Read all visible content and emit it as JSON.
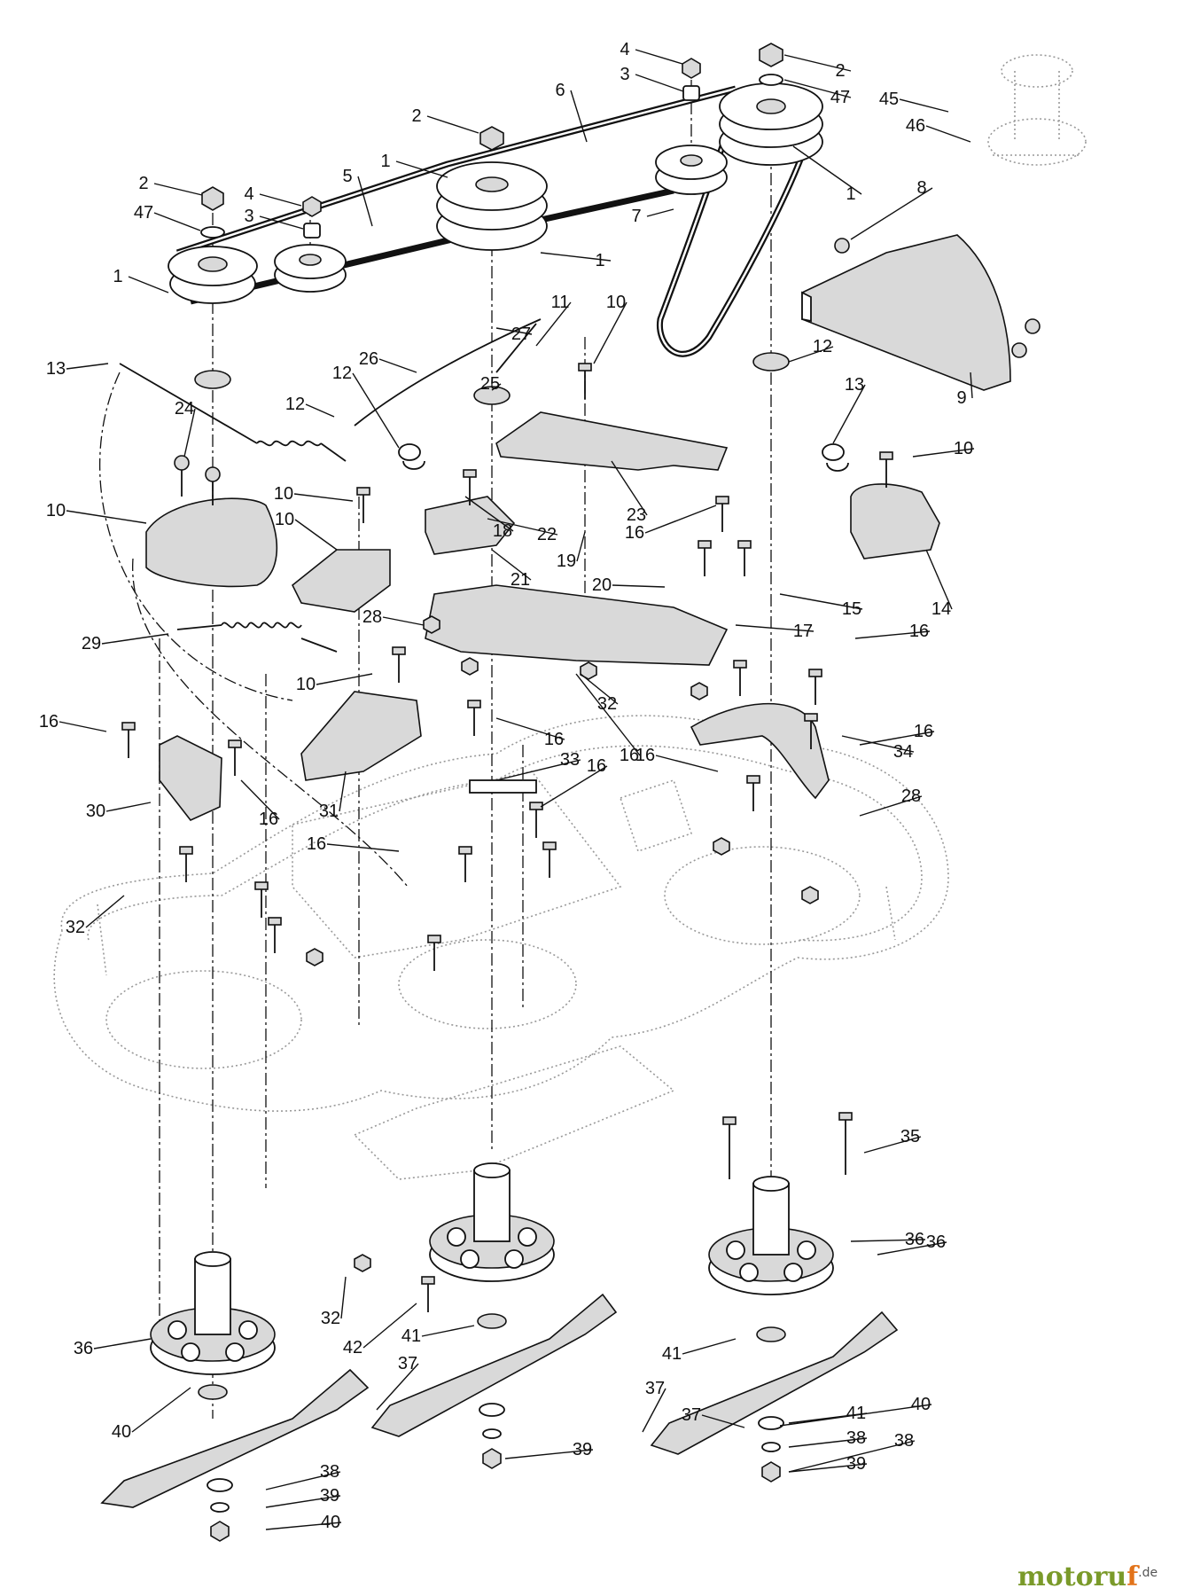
{
  "watermark": {
    "brand": "motoru",
    "accent_letter": "f",
    "suffix": ".de",
    "brand_color": "#7a9a2a",
    "accent_color": "#e2731a"
  },
  "callouts": [
    "4",
    "3",
    "2",
    "47",
    "2",
    "6",
    "45",
    "46",
    "1",
    "1",
    "2",
    "47",
    "4",
    "3",
    "5",
    "1",
    "7",
    "8",
    "1",
    "27",
    "11",
    "10",
    "12",
    "26",
    "12",
    "25",
    "13",
    "12",
    "13",
    "24",
    "9",
    "10",
    "10",
    "18",
    "23",
    "10",
    "22",
    "10",
    "16",
    "21",
    "19",
    "20",
    "15",
    "14",
    "28",
    "17",
    "16",
    "29",
    "10",
    "32",
    "16",
    "16",
    "34",
    "31",
    "16",
    "30",
    "33",
    "16",
    "28",
    "16",
    "16",
    "16",
    "16",
    "32",
    "35",
    "36",
    "36",
    "36",
    "32",
    "42",
    "41",
    "41",
    "40",
    "37",
    "38",
    "39",
    "40",
    "37",
    "41",
    "38",
    "39",
    "40",
    "37",
    "38",
    "39"
  ]
}
